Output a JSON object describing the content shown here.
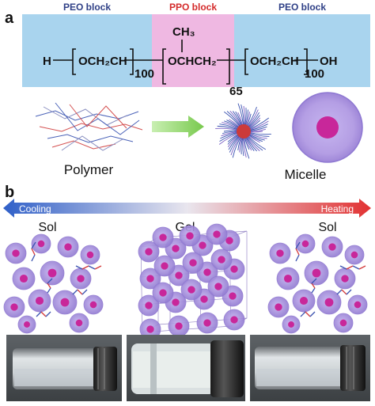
{
  "panel_a": {
    "label": "a",
    "blocks": {
      "left": "PEO block",
      "middle": "PPO block",
      "right": "PEO block"
    },
    "formula": {
      "h": "H",
      "unit1": "OCH₂CH",
      "sub1": "100",
      "ch3": "CH₃",
      "unit2": "OCHCH₂",
      "sub2": "65",
      "unit3": "OCH₂CH",
      "sub3": "100",
      "oh": "OH"
    },
    "polymer_label": "Polymer",
    "micelle_label": "Micelle"
  },
  "panel_b": {
    "label": "b",
    "cooling": "Cooling",
    "heating": "Heating",
    "states": {
      "left": "Sol",
      "middle": "Gel",
      "right": "Sol"
    }
  },
  "colors": {
    "peo": "#a9d4ee",
    "ppo": "#efb8e2",
    "block_text": "#2e3f86",
    "ppo_text": "#d42a2a",
    "micelle_shell": "#b9a3e8",
    "micelle_core": "#c8279a",
    "arrow_green": "#8fd66a",
    "cold": "#2f5fc8",
    "hot": "#e23131"
  }
}
